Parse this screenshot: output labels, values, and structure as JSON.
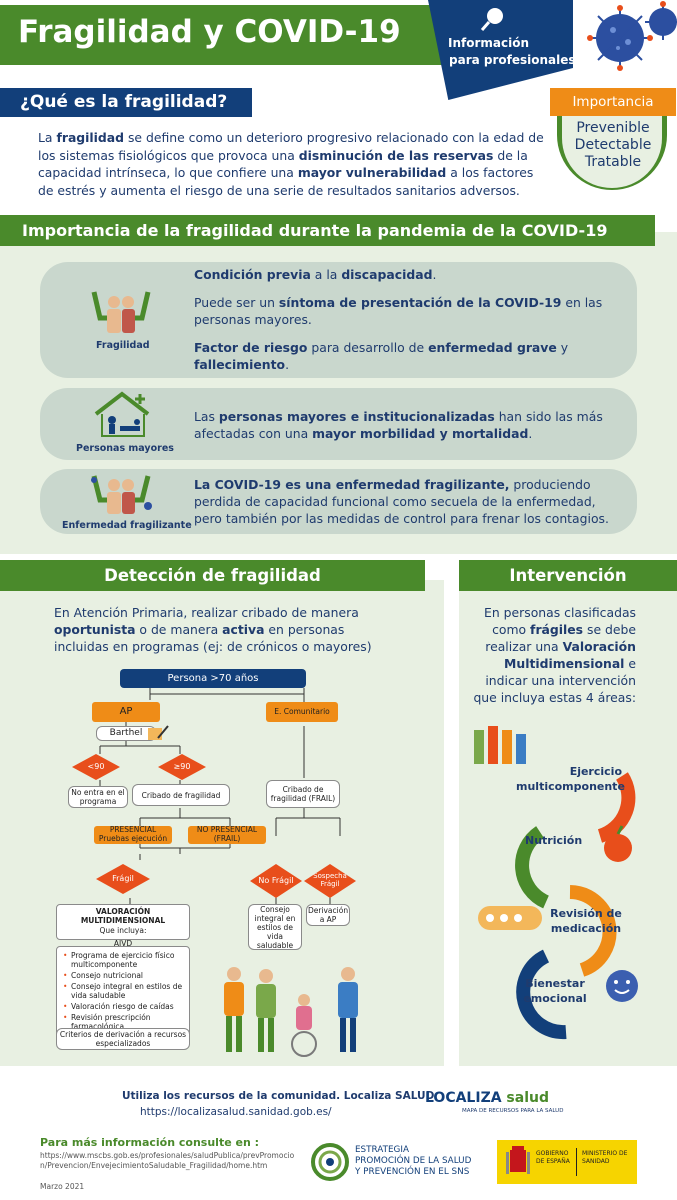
{
  "header": {
    "title": "Fragilidad y COVID-19",
    "info_line1": "Información",
    "info_line2": "para profesionales"
  },
  "que_es": {
    "heading": "¿Qué es la fragilidad?",
    "p1": "La ",
    "p1b": "fragilidad",
    "p2": " se define como un deterioro progresivo  relacionado con la edad de los sistemas fisiológicos que provoca una ",
    "p2b": "disminución de las reservas",
    "p3": " de la capacidad intrínseca, lo que confiere una ",
    "p3b": "mayor vulnerabilidad",
    "p4": " a los factores de estrés y aumenta el riesgo de una serie de resultados sanitarios adversos."
  },
  "importancia_box": {
    "label": "Importancia",
    "items": [
      "Prevenible",
      "Detectable",
      "Tratable"
    ]
  },
  "pandemia": {
    "heading": "Importancia de la fragilidad durante la pandemia de la COVID-19",
    "card1": {
      "label": "Fragilidad",
      "l1b": "Condición previa",
      "l1a": " a la ",
      "l1c": "discapacidad",
      "l1d": ".",
      "l2a": "Puede ser un ",
      "l2b": "síntoma de presentación de la COVID-19",
      "l2c": " en las personas mayores.",
      "l3b": "Factor de riesgo",
      "l3a": " para desarrollo de ",
      "l3c": "enfermedad grave",
      "l3d": " y ",
      "l3e": "fallecimiento",
      "l3f": "."
    },
    "card2": {
      "label": "Personas mayores",
      "a": "Las ",
      "b": "personas mayores e institucionalizadas",
      "c": " han sido las más afectadas con una ",
      "d": "mayor morbilidad y mortalidad",
      "e": "."
    },
    "card3": {
      "label": "Enfermedad fragilizante",
      "b": "La COVID-19 es una enfermedad fragilizante,",
      "c": " produciendo perdida de capacidad funcional como secuela de la enfermedad, pero también por las medidas de control para frenar los contagios."
    }
  },
  "deteccion": {
    "heading": "Detección de fragilidad",
    "t1": "En Atención Primaria, realizar cribado de manera ",
    "t1b": "oportunista",
    "t2": " o de manera ",
    "t2b": "activa",
    "t3": " en personas incluidas en programas (ej: de crónicos o mayores)",
    "flow": {
      "persona": "Persona >70 años",
      "ap": "AP",
      "comunitario": "E. Comunitario",
      "barthel": "Barthel",
      "lt90": "<90",
      "ge90": "≥90",
      "no_entra": "No entra en el programa",
      "cribado": "Cribado de fragilidad",
      "cribado_frail": "Cribado de fragilidad (FRAIL)",
      "presencial": "PRESENCIAL Pruebas ejecución",
      "no_presencial": "NO PRESENCIAL (FRAIL)",
      "fragil": "Frágil",
      "no_fragil": "No Frágil",
      "sospecha": "Sospecha Frágil",
      "valoracion_title": "VALORACIÓN MULTIDIMENSIONAL",
      "valoracion_sub": "Que incluya:",
      "aivd": "AIVD",
      "consejo": "Consejo integral en estilos de vida saludable",
      "derivacion": "Derivación a AP",
      "bullets": [
        "Programa de ejercicio físico multicomponente",
        "Consejo nutricional",
        "Consejo integral en estilos de vida saludable",
        "Valoración riesgo de caídas",
        "Revisión prescripción farmacológica"
      ],
      "criterios": "Criterios de derivación a recursos especializados"
    }
  },
  "intervencion": {
    "heading": "Intervención",
    "t1": "En personas clasificadas como ",
    "t1b": "frágiles",
    "t2": " se debe realizar una ",
    "t2b": "Valoración Multidimensional",
    "t3": " e indicar una intervención que incluya estas 4 áreas:",
    "areas": [
      "Ejercicio multicomponente",
      "Nutrición",
      "Revisión de medicación",
      "Bienestar emocional"
    ]
  },
  "footer": {
    "recursos": "Utiliza los recursos de la comunidad. Localiza SALUD",
    "recursos_url": "https://localizasalud.sanidad.gob.es/",
    "localiza_a": "LOCALIZA",
    "localiza_b": " salud",
    "localiza_sub": "MAPA DE RECURSOS PARA LA SALUD",
    "mas_info": "Para más información consulte en :",
    "url": "https://www.mscbs.gob.es/profesionales/saludPublica/prevPromocion/Prevencion/EnvejecimientoSaludable_Fragilidad/home.htm",
    "fecha": "Marzo 2021",
    "estrategia1": "ESTRATEGIA",
    "estrategia2": "PROMOCIÓN DE LA SALUD",
    "estrategia3": "Y PREVENCIÓN EN EL SNS",
    "gobierno": "GOBIERNO DE ESPAÑA",
    "ministerio": "MINISTERIO DE SANIDAD"
  }
}
